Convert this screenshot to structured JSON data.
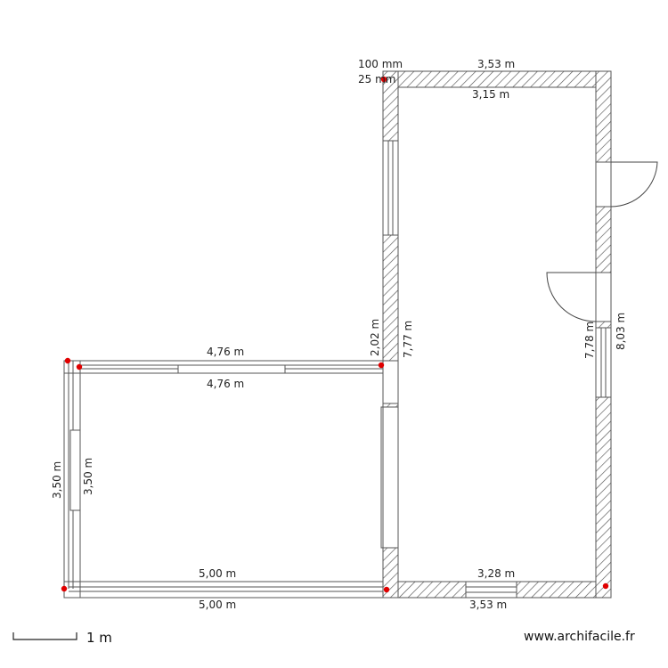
{
  "plan": {
    "labels": {
      "wall_thickness": "100 mm",
      "wall_thickness_small": "25 mm",
      "top_outer": "3,53 m",
      "top_inner": "3,15 m",
      "left_inner_vertical": "7,77 m",
      "left_partial_vertical": "2,02 m",
      "right_inner_vertical": "7,78 m",
      "right_outer_vertical": "8,03 m",
      "bottom_inner": "3,28 m",
      "bottom_outer": "3,53 m",
      "annex_top_outer": "4,76 m",
      "annex_top_inner": "4,76 m",
      "annex_left_outer": "3,50 m",
      "annex_left_inner": "3,50 m",
      "annex_bottom_inner": "5,00 m",
      "annex_bottom_outer": "5,00 m"
    },
    "scale": {
      "label": "1 m"
    },
    "watermark": "www.archifacile.fr",
    "colors": {
      "wall_hatch": "#555555",
      "marker": "#e00000",
      "text": "#222222"
    }
  }
}
